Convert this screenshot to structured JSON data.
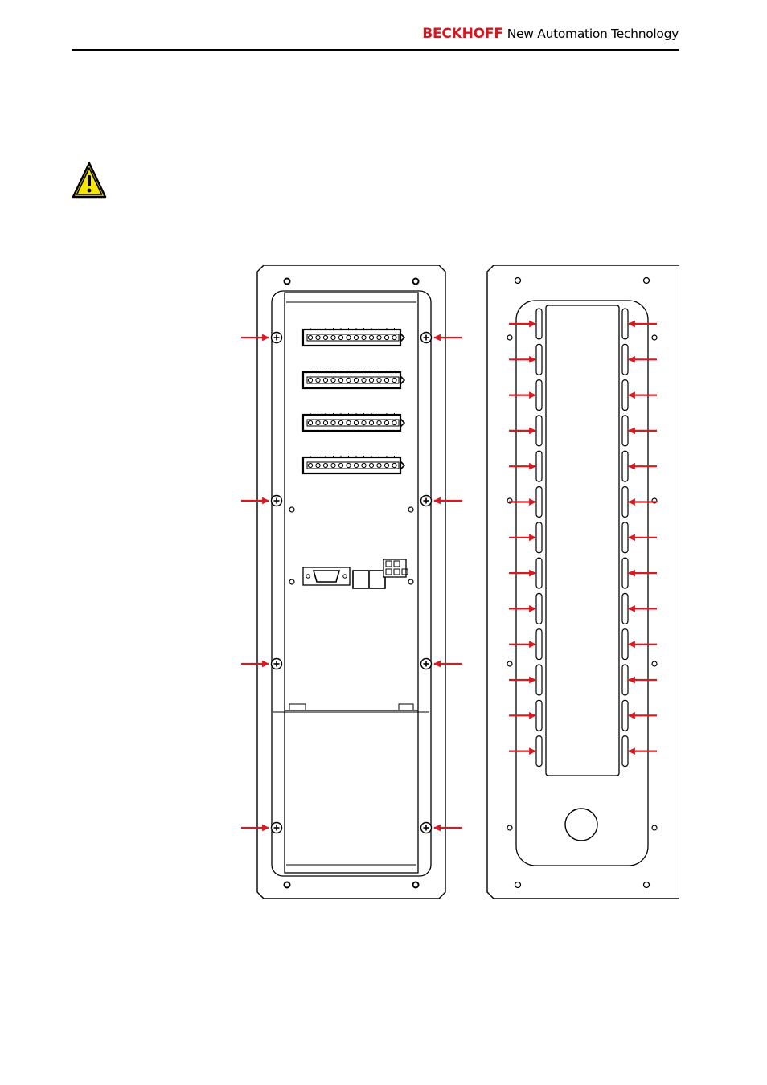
{
  "header": {
    "brand_name": "BECKHOFF",
    "brand_tagline": "New Automation Technology",
    "brand_color": "#d6161e",
    "rule_color": "#000000"
  },
  "warning": {
    "icon": "warning-triangle-icon",
    "fill_color": "#f7e600",
    "outline_color": "#000000"
  },
  "figure": {
    "panels": [
      {
        "name": "rear-view-mounting-panel",
        "mounting_screws": 8,
        "terminal_blocks": 4
      },
      {
        "name": "front-view-cutout-plate",
        "slots_per_side": 13
      }
    ],
    "arrow_color": "#d71920",
    "line_color": "#000000"
  }
}
